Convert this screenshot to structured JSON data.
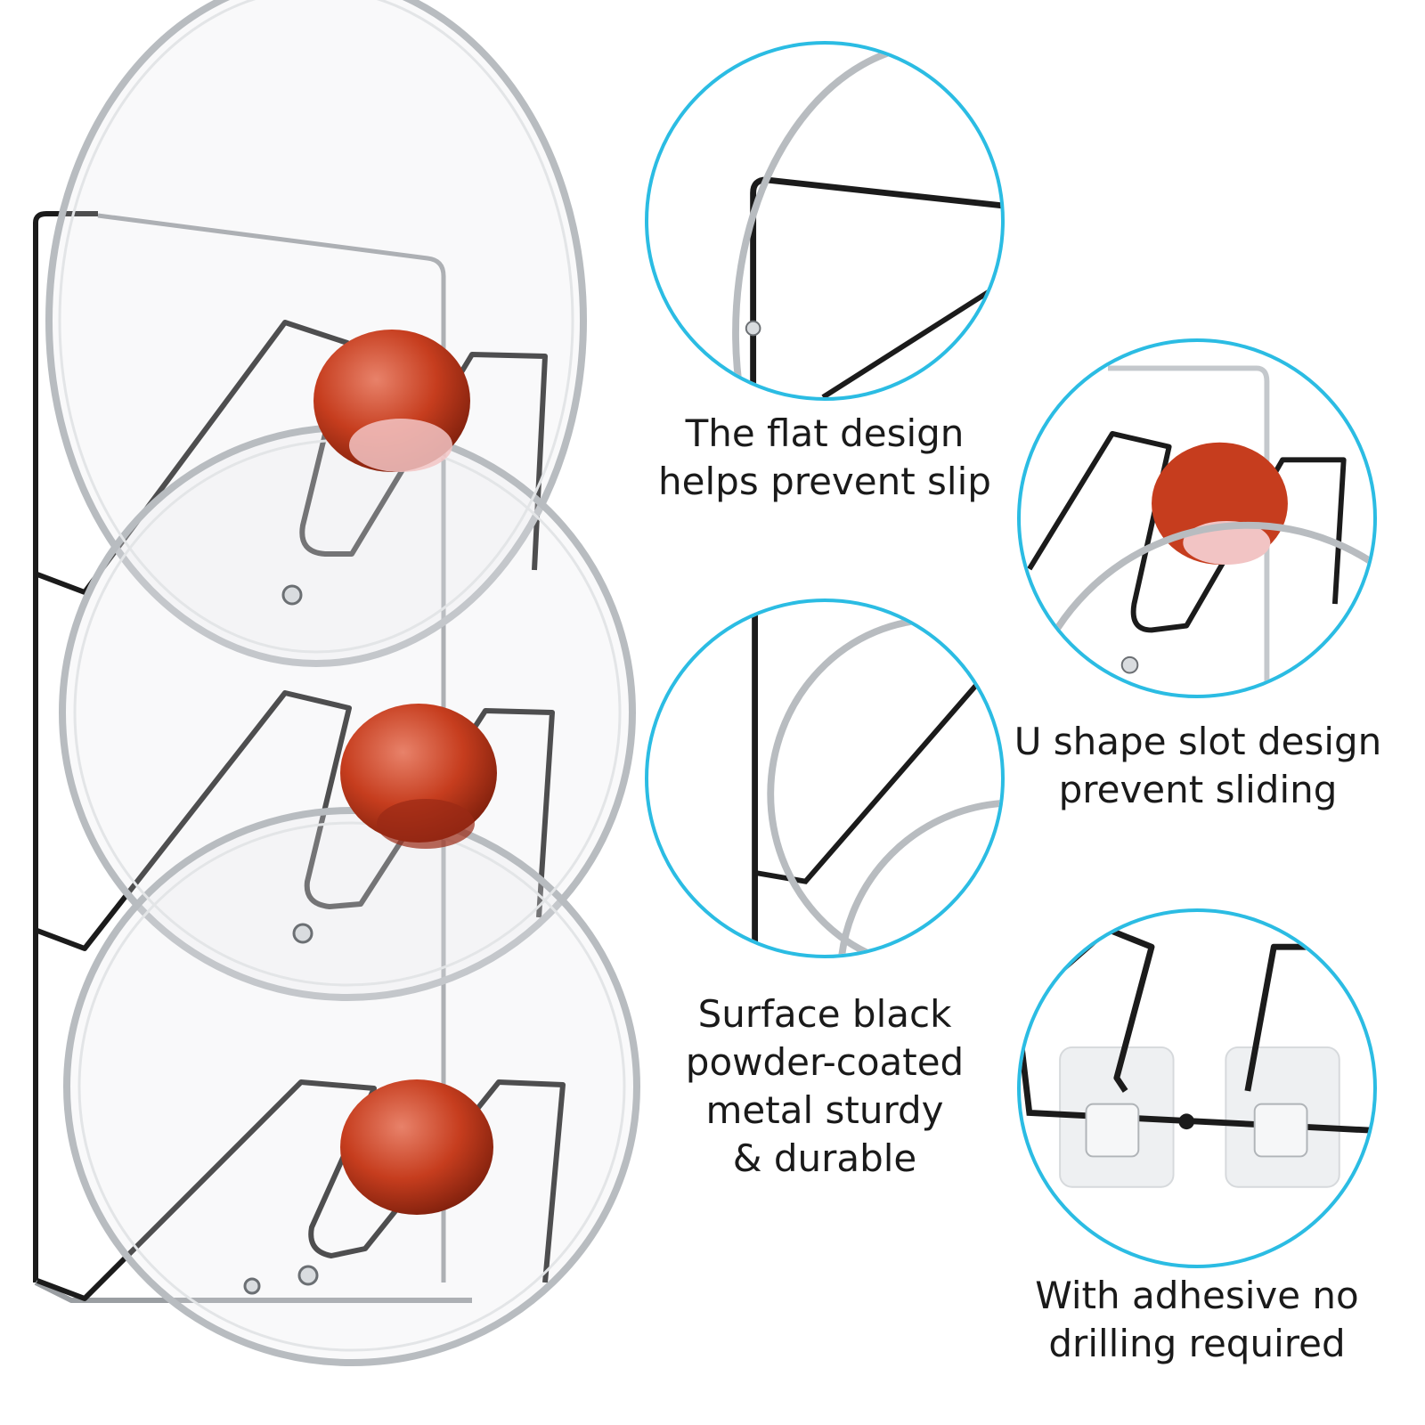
{
  "colors": {
    "accent_ring": "#2bbce3",
    "wire": "#1b1b1b",
    "knob": "#c63d1e",
    "glass_rim": "#b8bcc0",
    "caption_text": "#1a1a1a"
  },
  "features": [
    {
      "id": "flat-design",
      "caption": "The flat design\nhelps prevent slip"
    },
    {
      "id": "u-shape-slot",
      "caption": "U shape slot design\nprevent sliding"
    },
    {
      "id": "powder-coated",
      "caption": "Surface black\npowder-coated\nmetal sturdy\n& durable"
    },
    {
      "id": "adhesive",
      "caption": "With adhesive no\ndrilling required"
    }
  ]
}
